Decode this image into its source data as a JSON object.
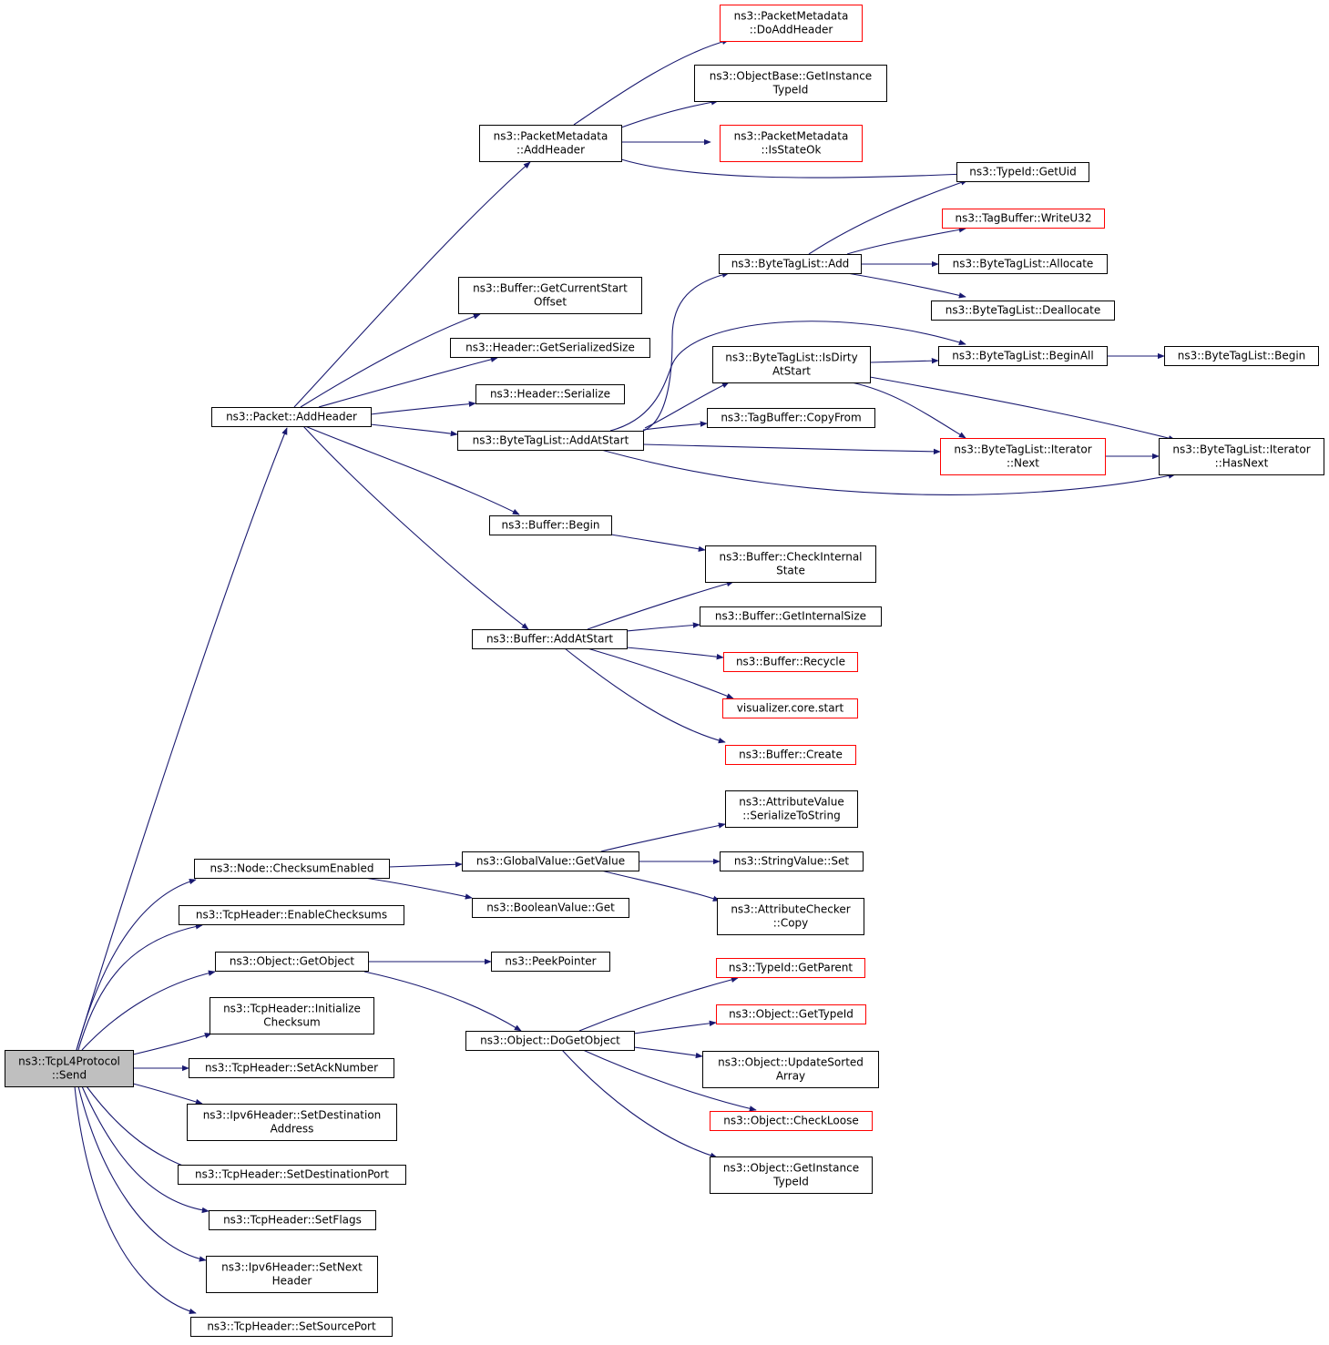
{
  "colors": {
    "edge": "#191970",
    "truncated_border": "#ff0000",
    "root_fill": "#bfbfbf",
    "normal_border": "#000000"
  },
  "nodes": [
    {
      "id": "root",
      "lines": [
        "ns3::TcpL4Protocol",
        "::Send"
      ],
      "kind": "root"
    },
    {
      "id": "packet_addheader",
      "lines": [
        "ns3::Packet::AddHeader"
      ]
    },
    {
      "id": "pm_addheader",
      "lines": [
        "ns3::PacketMetadata",
        "::AddHeader"
      ]
    },
    {
      "id": "pm_doaddheader",
      "lines": [
        "ns3::PacketMetadata",
        "::DoAddHeader"
      ],
      "kind": "truncated"
    },
    {
      "id": "ob_getinstancetypeid",
      "lines": [
        "ns3::ObjectBase::GetInstance",
        "TypeId"
      ]
    },
    {
      "id": "pm_isstateok",
      "lines": [
        "ns3::PacketMetadata",
        "::IsStateOk"
      ],
      "kind": "truncated"
    },
    {
      "id": "typeid_getuid",
      "lines": [
        "ns3::TypeId::GetUid"
      ]
    },
    {
      "id": "tagbuffer_writeu32",
      "lines": [
        "ns3::TagBuffer::WriteU32"
      ],
      "kind": "truncated"
    },
    {
      "id": "btl_add",
      "lines": [
        "ns3::ByteTagList::Add"
      ]
    },
    {
      "id": "btl_allocate",
      "lines": [
        "ns3::ByteTagList::Allocate"
      ]
    },
    {
      "id": "buffer_getcurrentstartoffset",
      "lines": [
        "ns3::Buffer::GetCurrentStart",
        "Offset"
      ]
    },
    {
      "id": "btl_deallocate",
      "lines": [
        "ns3::ByteTagList::Deallocate"
      ]
    },
    {
      "id": "header_getserializedsize",
      "lines": [
        "ns3::Header::GetSerializedSize"
      ]
    },
    {
      "id": "btl_isdirtyatstart",
      "lines": [
        "ns3::ByteTagList::IsDirty",
        "AtStart"
      ]
    },
    {
      "id": "btl_beginall",
      "lines": [
        "ns3::ByteTagList::BeginAll"
      ]
    },
    {
      "id": "btl_begin",
      "lines": [
        "ns3::ByteTagList::Begin"
      ]
    },
    {
      "id": "header_serialize",
      "lines": [
        "ns3::Header::Serialize"
      ]
    },
    {
      "id": "tagbuffer_copyfrom",
      "lines": [
        "ns3::TagBuffer::CopyFrom"
      ]
    },
    {
      "id": "btl_addatstart",
      "lines": [
        "ns3::ByteTagList::AddAtStart"
      ]
    },
    {
      "id": "btl_iter_next",
      "lines": [
        "ns3::ByteTagList::Iterator",
        "::Next"
      ],
      "kind": "truncated"
    },
    {
      "id": "btl_iter_hasnext",
      "lines": [
        "ns3::ByteTagList::Iterator",
        "::HasNext"
      ]
    },
    {
      "id": "buffer_begin",
      "lines": [
        "ns3::Buffer::Begin"
      ]
    },
    {
      "id": "buffer_checkinternalstate",
      "lines": [
        "ns3::Buffer::CheckInternal",
        "State"
      ]
    },
    {
      "id": "buffer_getinternalsize",
      "lines": [
        "ns3::Buffer::GetInternalSize"
      ]
    },
    {
      "id": "buffer_addatstart",
      "lines": [
        "ns3::Buffer::AddAtStart"
      ]
    },
    {
      "id": "buffer_recycle",
      "lines": [
        "ns3::Buffer::Recycle"
      ],
      "kind": "truncated"
    },
    {
      "id": "visualizer_core_start",
      "lines": [
        "visualizer.core.start"
      ],
      "kind": "truncated"
    },
    {
      "id": "buffer_create",
      "lines": [
        "ns3::Buffer::Create"
      ],
      "kind": "truncated"
    },
    {
      "id": "av_serializetostring",
      "lines": [
        "ns3::AttributeValue",
        "::SerializeToString"
      ]
    },
    {
      "id": "node_checksumenabled",
      "lines": [
        "ns3::Node::ChecksumEnabled"
      ]
    },
    {
      "id": "gv_getvalue",
      "lines": [
        "ns3::GlobalValue::GetValue"
      ]
    },
    {
      "id": "stringvalue_set",
      "lines": [
        "ns3::StringValue::Set"
      ]
    },
    {
      "id": "booleanvalue_get",
      "lines": [
        "ns3::BooleanValue::Get"
      ]
    },
    {
      "id": "ac_copy",
      "lines": [
        "ns3::AttributeChecker",
        "::Copy"
      ]
    },
    {
      "id": "tcp_enablechecksums",
      "lines": [
        "ns3::TcpHeader::EnableChecksums"
      ]
    },
    {
      "id": "object_getobject",
      "lines": [
        "ns3::Object::GetObject"
      ]
    },
    {
      "id": "peekpointer",
      "lines": [
        "ns3::PeekPointer"
      ]
    },
    {
      "id": "typeid_getparent",
      "lines": [
        "ns3::TypeId::GetParent"
      ],
      "kind": "truncated"
    },
    {
      "id": "tcp_initializechecksum",
      "lines": [
        "ns3::TcpHeader::Initialize",
        "Checksum"
      ]
    },
    {
      "id": "object_gettypeid",
      "lines": [
        "ns3::Object::GetTypeId"
      ],
      "kind": "truncated"
    },
    {
      "id": "object_dogetobject",
      "lines": [
        "ns3::Object::DoGetObject"
      ]
    },
    {
      "id": "tcp_setacknumber",
      "lines": [
        "ns3::TcpHeader::SetAckNumber"
      ]
    },
    {
      "id": "object_updatesortedarray",
      "lines": [
        "ns3::Object::UpdateSorted",
        "Array"
      ]
    },
    {
      "id": "ipv6_setdestinationaddress",
      "lines": [
        "ns3::Ipv6Header::SetDestination",
        "Address"
      ]
    },
    {
      "id": "object_checkloose",
      "lines": [
        "ns3::Object::CheckLoose"
      ],
      "kind": "truncated"
    },
    {
      "id": "tcp_setdestinationport",
      "lines": [
        "ns3::TcpHeader::SetDestinationPort"
      ]
    },
    {
      "id": "object_getinstancetypeid",
      "lines": [
        "ns3::Object::GetInstance",
        "TypeId"
      ]
    },
    {
      "id": "tcp_setflags",
      "lines": [
        "ns3::TcpHeader::SetFlags"
      ]
    },
    {
      "id": "ipv6_setnextheader",
      "lines": [
        "ns3::Ipv6Header::SetNext",
        "Header"
      ]
    },
    {
      "id": "tcp_setsourceport",
      "lines": [
        "ns3::TcpHeader::SetSourcePort"
      ]
    }
  ],
  "edges": [
    [
      "root",
      "packet_addheader"
    ],
    [
      "root",
      "node_checksumenabled"
    ],
    [
      "root",
      "tcp_enablechecksums"
    ],
    [
      "root",
      "object_getobject"
    ],
    [
      "root",
      "tcp_initializechecksum"
    ],
    [
      "root",
      "tcp_setacknumber"
    ],
    [
      "root",
      "ipv6_setdestinationaddress"
    ],
    [
      "root",
      "tcp_setdestinationport"
    ],
    [
      "root",
      "tcp_setflags"
    ],
    [
      "root",
      "ipv6_setnextheader"
    ],
    [
      "root",
      "tcp_setsourceport"
    ],
    [
      "packet_addheader",
      "pm_addheader"
    ],
    [
      "packet_addheader",
      "buffer_getcurrentstartoffset"
    ],
    [
      "packet_addheader",
      "header_getserializedsize"
    ],
    [
      "packet_addheader",
      "header_serialize"
    ],
    [
      "packet_addheader",
      "btl_addatstart"
    ],
    [
      "packet_addheader",
      "buffer_begin"
    ],
    [
      "packet_addheader",
      "buffer_addatstart"
    ],
    [
      "pm_addheader",
      "pm_doaddheader"
    ],
    [
      "pm_addheader",
      "ob_getinstancetypeid"
    ],
    [
      "pm_addheader",
      "pm_isstateok"
    ],
    [
      "pm_addheader",
      "typeid_getuid"
    ],
    [
      "btl_add",
      "typeid_getuid"
    ],
    [
      "btl_add",
      "tagbuffer_writeu32"
    ],
    [
      "btl_add",
      "btl_allocate"
    ],
    [
      "btl_add",
      "btl_deallocate"
    ],
    [
      "btl_addatstart",
      "btl_add"
    ],
    [
      "btl_addatstart",
      "btl_beginall"
    ],
    [
      "btl_addatstart",
      "btl_isdirtyatstart"
    ],
    [
      "btl_addatstart",
      "tagbuffer_copyfrom"
    ],
    [
      "btl_addatstart",
      "btl_iter_next"
    ],
    [
      "btl_addatstart",
      "btl_iter_hasnext"
    ],
    [
      "btl_isdirtyatstart",
      "btl_beginall"
    ],
    [
      "btl_isdirtyatstart",
      "btl_iter_next"
    ],
    [
      "btl_isdirtyatstart",
      "btl_iter_hasnext"
    ],
    [
      "btl_beginall",
      "btl_begin"
    ],
    [
      "btl_iter_next",
      "btl_iter_hasnext"
    ],
    [
      "buffer_begin",
      "buffer_checkinternalstate"
    ],
    [
      "buffer_addatstart",
      "buffer_checkinternalstate"
    ],
    [
      "buffer_addatstart",
      "buffer_getinternalsize"
    ],
    [
      "buffer_addatstart",
      "buffer_recycle"
    ],
    [
      "buffer_addatstart",
      "visualizer_core_start"
    ],
    [
      "buffer_addatstart",
      "buffer_create"
    ],
    [
      "node_checksumenabled",
      "gv_getvalue"
    ],
    [
      "node_checksumenabled",
      "booleanvalue_get"
    ],
    [
      "gv_getvalue",
      "av_serializetostring"
    ],
    [
      "gv_getvalue",
      "stringvalue_set"
    ],
    [
      "gv_getvalue",
      "ac_copy"
    ],
    [
      "object_getobject",
      "peekpointer"
    ],
    [
      "object_getobject",
      "object_dogetobject"
    ],
    [
      "object_dogetobject",
      "typeid_getparent"
    ],
    [
      "object_dogetobject",
      "object_gettypeid"
    ],
    [
      "object_dogetobject",
      "object_updatesortedarray"
    ],
    [
      "object_dogetobject",
      "object_checkloose"
    ],
    [
      "object_dogetobject",
      "object_getinstancetypeid"
    ]
  ]
}
